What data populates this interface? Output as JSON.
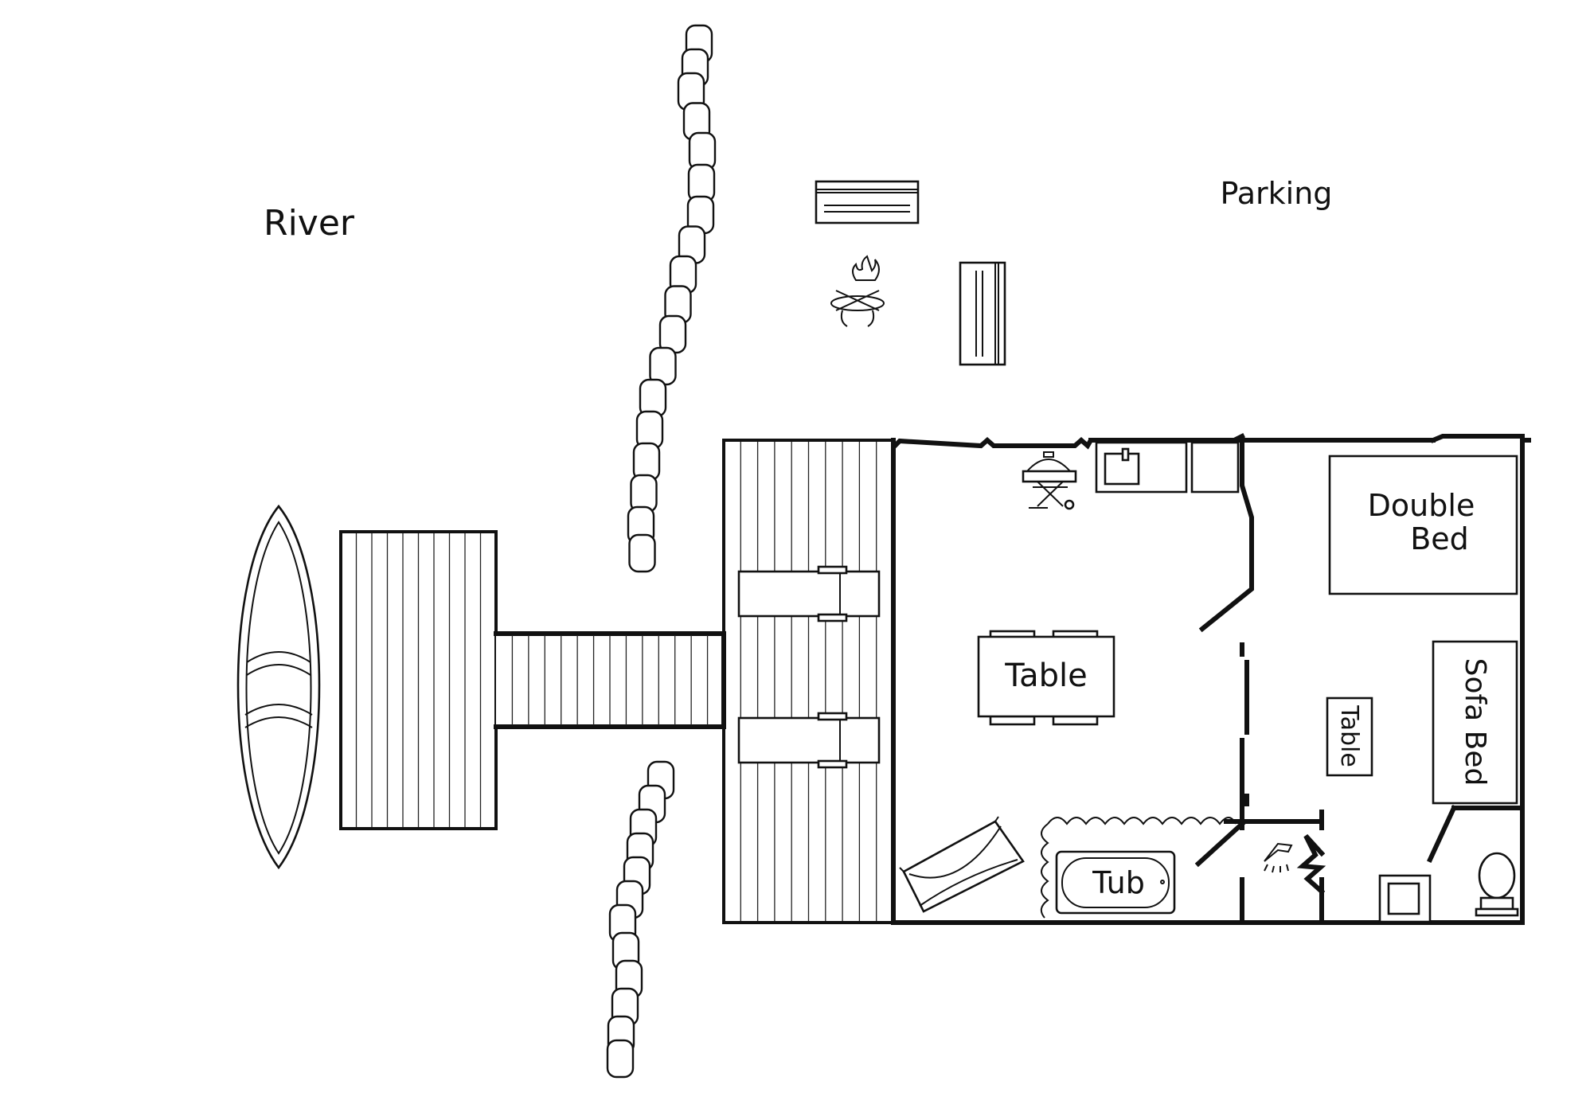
{
  "labels": {
    "river": "River",
    "parking": "Parking",
    "double_bed": [
      "Double",
      "Bed"
    ],
    "table_main": "Table",
    "table_side": "Table",
    "sofa_bed": "Sofa Bed",
    "tub": "Tub"
  },
  "icons": [
    "canoe-icon",
    "firepit-icon",
    "grill-icon",
    "sink-icon",
    "shower-icon",
    "toilet-icon",
    "hammock-icon",
    "lounge-chair-icon",
    "bench-icon",
    "stone-wall-icon"
  ],
  "colors": {
    "line": "#111111",
    "background": "#ffffff"
  }
}
